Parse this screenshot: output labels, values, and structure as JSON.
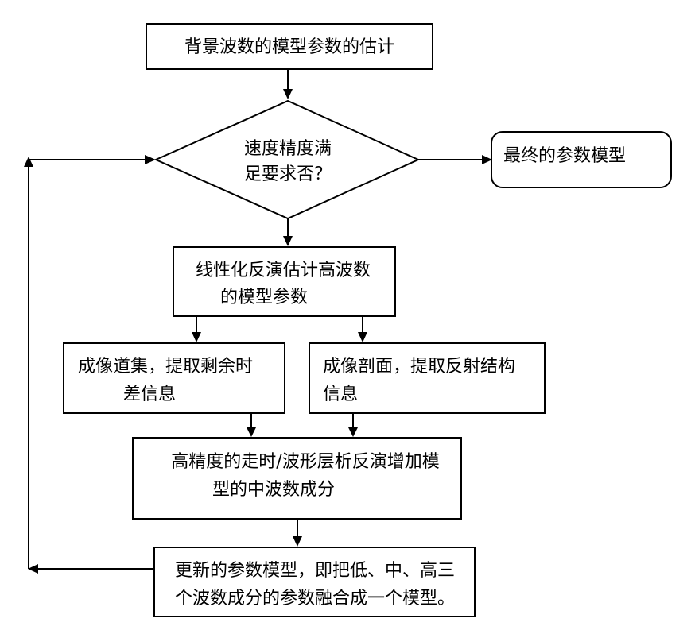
{
  "nodes": {
    "estimate_background": {
      "lines": [
        "背景波数的模型参数的估计"
      ]
    },
    "accuracy_check": {
      "lines": [
        "速度精度满",
        "足要求否？"
      ]
    },
    "final_model": {
      "lines": [
        "最终的参数模型"
      ]
    },
    "linear_inversion": {
      "lines": [
        "线性化反演估计高波数",
        "的模型参数"
      ]
    },
    "imaging_gathers": {
      "lines": [
        "成像道集，提取剩余时",
        "差信息"
      ]
    },
    "imaging_profile": {
      "lines": [
        "成像剖面，提取反射结构",
        "信息"
      ]
    },
    "tomography_inversion": {
      "lines": [
        "高精度的走时/波形层析反演增加模",
        "型的中波数成分"
      ]
    },
    "update_model": {
      "lines": [
        "更新的参数模型，即把低、中、高三",
        "个波数成分的参数融合成一个模型。"
      ]
    }
  },
  "colors": {
    "stroke": "#000000",
    "fill": "#ffffff",
    "text": "#000000"
  }
}
